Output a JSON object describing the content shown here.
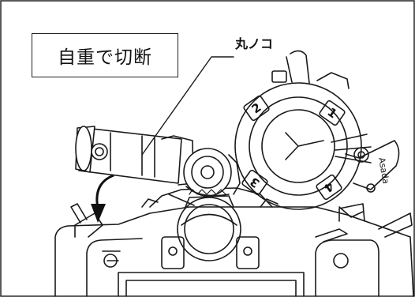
{
  "diagram": {
    "callout_text": "自重で切断",
    "part_label": "丸ノコ",
    "die_numbers": [
      "1",
      "2",
      "3",
      "4"
    ],
    "brand_text": "Asada"
  }
}
